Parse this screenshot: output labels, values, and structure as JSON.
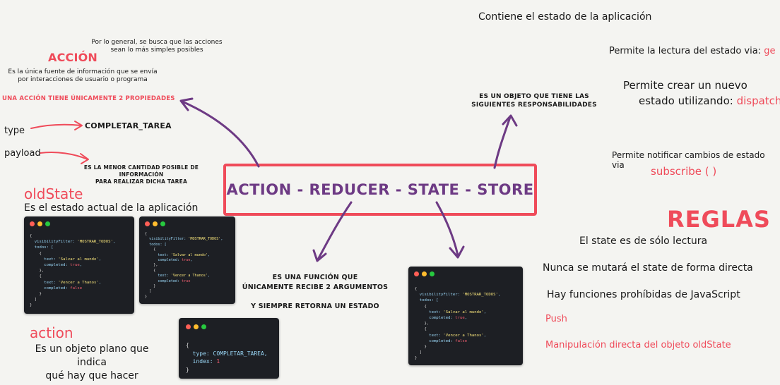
{
  "accion": {
    "title": "ACCIÓN",
    "note_line1": "Por lo general, se busca que las acciones",
    "note_line2": "sean lo más simples posibles",
    "desc_line1": "Es la única fuente de información que se envía",
    "desc_line2": "por interacciones de usuario o programa",
    "props": "UNA ACCIÓN TIENE ÚNICAMENTE 2 PROPIEDADES",
    "type_label": "type",
    "type_value": "COMPLETAR_TAREA",
    "payload_label": "payload",
    "payload_line1": "ES LA MENOR CANTIDAD POSIBLE DE INFORMACIÓN",
    "payload_line2": "PARA REALIZAR DICHA TAREA"
  },
  "center": {
    "title": "ACTION - REDUCER - STATE - STORE"
  },
  "oldstate": {
    "title": "oldState",
    "desc": "Es el estado actual de la aplicación"
  },
  "action": {
    "title": "action",
    "desc_line1": "Es un objeto plano que indica",
    "desc_line2": "qué hay que hacer"
  },
  "reducer": {
    "line1": "ES UNA FUNCIÓN QUE",
    "line2": "ÚNICAMENTE RECIBE 2 ARGUMENTOS",
    "line3": "Y SIEMPRE RETORNA UN ESTADO"
  },
  "store": {
    "line1": "ES UN OBJETO QUE TIENE LAS",
    "line2": "SIGUIENTES RESPONSABILIDADES",
    "r1": "Contiene el estado de la aplicación",
    "r2_text": "Permite la lectura del estado via: ",
    "r2_code": "ge",
    "r3_line1": "Permite crear un nuevo",
    "r3_line2": "estado utilizando: ",
    "r3_code": "dispatch (",
    "r4_line1": "Permite notificar cambios de estado via",
    "r4_code": "subscribe ( )"
  },
  "reglas": {
    "title": "REGLAS",
    "items": [
      "El state es de sólo lectura",
      "Nunca se mutará el state de forma directa",
      "Hay funciones prohíbidas de JavaScript",
      "Push",
      "Manipulación directa del objeto oldState"
    ]
  },
  "code": {
    "state1": [
      "{",
      "  visibilityFilter: 'MOSTRAR_TODOS',",
      "  todos: [",
      "    {",
      "      text: 'Salvar al mundo',",
      "      completed: true,",
      "    },",
      "    {",
      "      text: 'Vencer a Thanos',",
      "      completed: false",
      "    }",
      "  ]",
      "}"
    ],
    "state2": [
      "{",
      "  visibilityFilter: 'MOSTRAR_TODOS',",
      "  todos: [",
      "    {",
      "      text: 'Salvar al mundo',",
      "      completed: true,",
      "    },",
      "    {",
      "      text: 'Vencer a Thanos',",
      "      completed: true",
      "    }",
      "  ]",
      "}"
    ],
    "action": [
      "{",
      "  type: COMPLETAR_TAREA,",
      "  index: 1",
      "}"
    ],
    "state3": [
      "{",
      "  visibilityFilter: 'MOSTRAR_TODOS',",
      "  todos: [",
      "    {",
      "      text: 'Salvar al mundo',",
      "      completed: true,",
      "    },",
      "    {",
      "      text: 'Vencer a Thanos',",
      "      completed: false",
      "    }",
      "  ]",
      "}"
    ]
  },
  "colors": {
    "accent": "#ef4b5a",
    "arrow": "#6d3a84",
    "code_bg": "#1d1f24"
  }
}
